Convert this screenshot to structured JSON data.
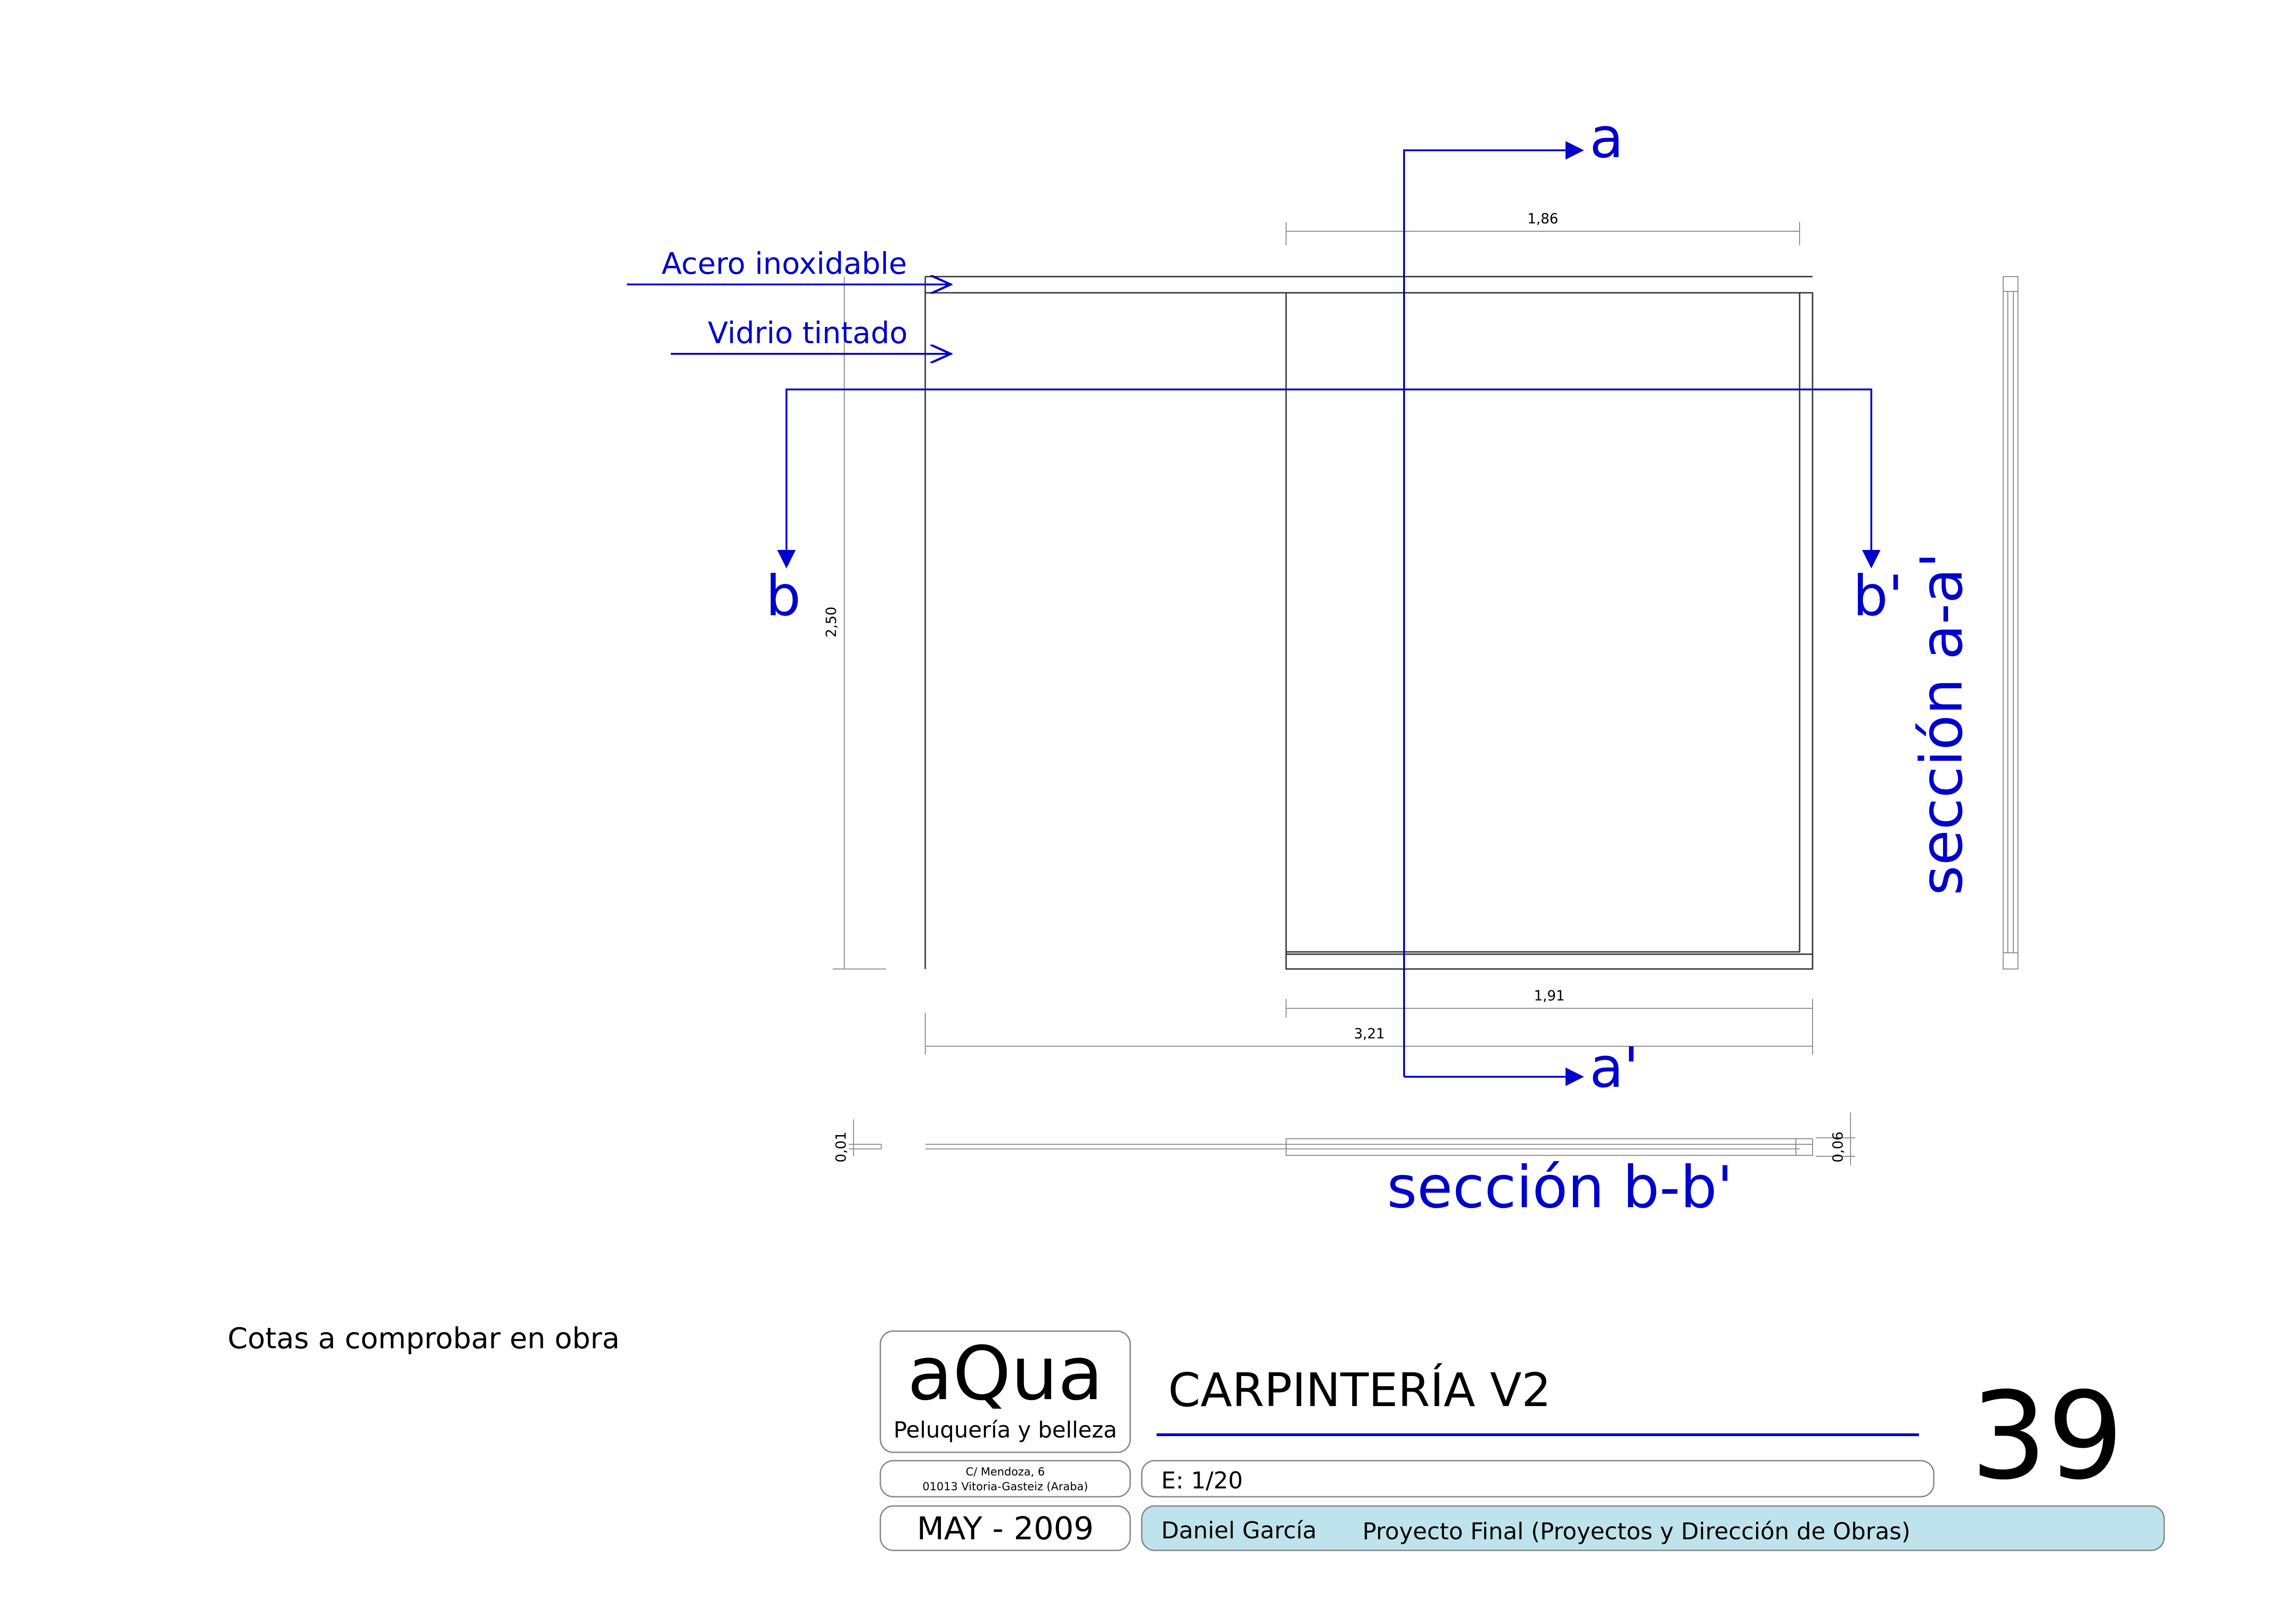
{
  "drawing": {
    "section_marks": {
      "a": "a",
      "a_prime": "a'",
      "b": "b",
      "b_prime": "b'"
    },
    "section_titles": {
      "aa": "sección a-a'",
      "bb": "sección b-b'"
    },
    "labels": {
      "steel": "Acero inoxidable",
      "glass": "Vidrio tintado"
    },
    "dimensions": {
      "top_width": "1,86",
      "height": "2,50",
      "bottom_width": "1,91",
      "total_width": "3,21",
      "left_thickness": "0,01",
      "right_thickness": "0,06"
    },
    "note": "Cotas a comprobar en obra"
  },
  "title_block": {
    "brand": "aQua",
    "brand_sub": "Peluquería y belleza",
    "address_line1": "C/ Mendoza, 6",
    "address_line2": "01013 Vitoria-Gasteiz (Araba)",
    "date": "MAY - 2009",
    "title": "CARPINTERÍA V2",
    "scale": "E: 1/20",
    "sheet_number": "39",
    "author": "Daniel García",
    "project": "Proyecto Final (Proyectos y Dirección de Obras)"
  },
  "colors": {
    "annotation_blue": "#0000cc",
    "footer_band": "#bfe3ec",
    "line": "#333333"
  }
}
